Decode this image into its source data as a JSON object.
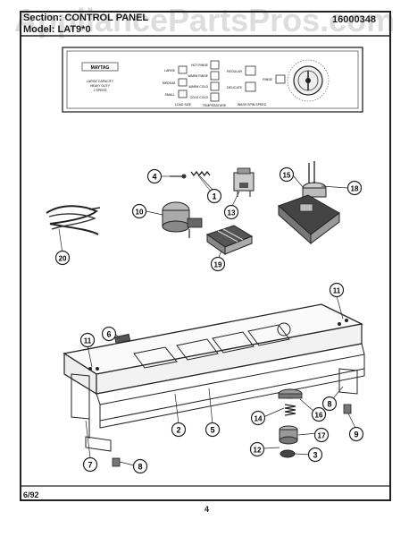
{
  "header": {
    "section_line": "Section: CONTROL PANEL",
    "model_line": "Model: LAT9*0",
    "doc_number": "16000348"
  },
  "watermark": "AppliancePartsPros.com",
  "panel": {
    "brand": "MAYTAG",
    "size_buttons": [
      "LARGE",
      "MEDIUM",
      "SMALL"
    ],
    "size_heading": "LOAD SIZE",
    "temp_buttons": [
      "HOT RINSE",
      "WARM RINSE",
      "WARM COLD",
      "COLD COLD"
    ],
    "temp_heading": "TEMPERATURE",
    "speed_buttons": [
      "REGULAR",
      "DELICATE"
    ],
    "speed_heading": "WASH SPIN SPEED",
    "extra_button": "RINSE",
    "capacity_text": [
      "LARGE CAPACITY",
      "HEAVY DUTY",
      "2 SPEED"
    ]
  },
  "callouts": [
    {
      "id": "c1",
      "num": "1"
    },
    {
      "id": "c2",
      "num": "2"
    },
    {
      "id": "c3",
      "num": "3"
    },
    {
      "id": "c4",
      "num": "4"
    },
    {
      "id": "c5",
      "num": "5"
    },
    {
      "id": "c6",
      "num": "6"
    },
    {
      "id": "c7",
      "num": "7"
    },
    {
      "id": "c8a",
      "num": "8"
    },
    {
      "id": "c8b",
      "num": "8"
    },
    {
      "id": "c9",
      "num": "9"
    },
    {
      "id": "c10",
      "num": "10"
    },
    {
      "id": "c11a",
      "num": "11"
    },
    {
      "id": "c11b",
      "num": "11"
    },
    {
      "id": "c12",
      "num": "12"
    },
    {
      "id": "c13",
      "num": "13"
    },
    {
      "id": "c14",
      "num": "14"
    },
    {
      "id": "c15",
      "num": "15"
    },
    {
      "id": "c16",
      "num": "16"
    },
    {
      "id": "c17",
      "num": "17"
    },
    {
      "id": "c18",
      "num": "18"
    },
    {
      "id": "c19",
      "num": "19"
    },
    {
      "id": "c20",
      "num": "20"
    }
  ],
  "footer": {
    "date": "6/92",
    "page": "4"
  }
}
